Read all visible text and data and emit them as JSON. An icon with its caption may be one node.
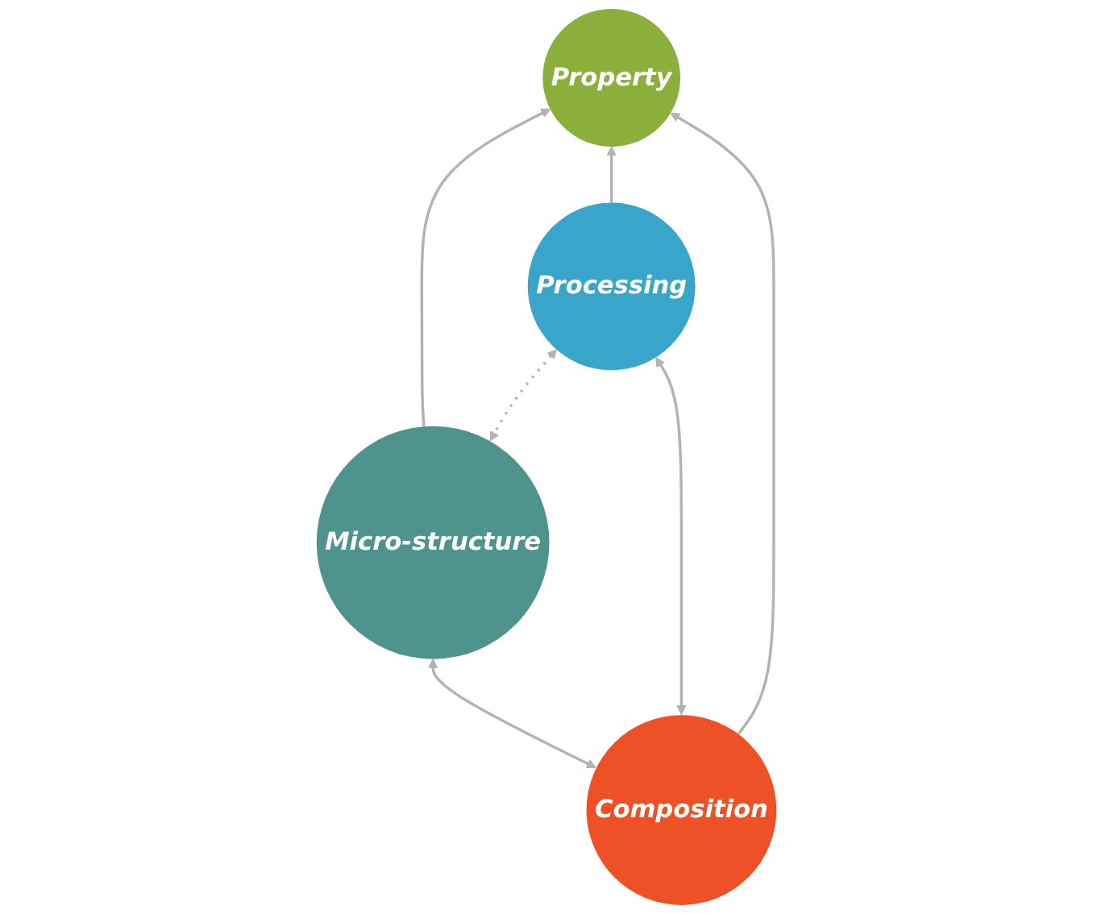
{
  "diagram": {
    "nodes": [
      {
        "text": [
          "Property"
        ]
      },
      {
        "text": [
          "Micro-structure"
        ]
      },
      {
        "text": [
          "Processing"
        ]
      },
      {
        "text": [
          "Composition"
        ]
      }
    ],
    "edges": [
      {
        "from": 1,
        "to": 0,
        "arrow": "to"
      },
      {
        "from": 2,
        "to": 0,
        "arrow": "to"
      },
      {
        "from": 3,
        "to": 0,
        "arrow": "to"
      },
      {
        "from": 1,
        "to": 2,
        "arrow": "both",
        "style": "dashed"
      },
      {
        "from": 3,
        "to": 1,
        "arrow": "both"
      },
      {
        "from": 3,
        "to": 2,
        "arrow": "both"
      }
    ]
  }
}
